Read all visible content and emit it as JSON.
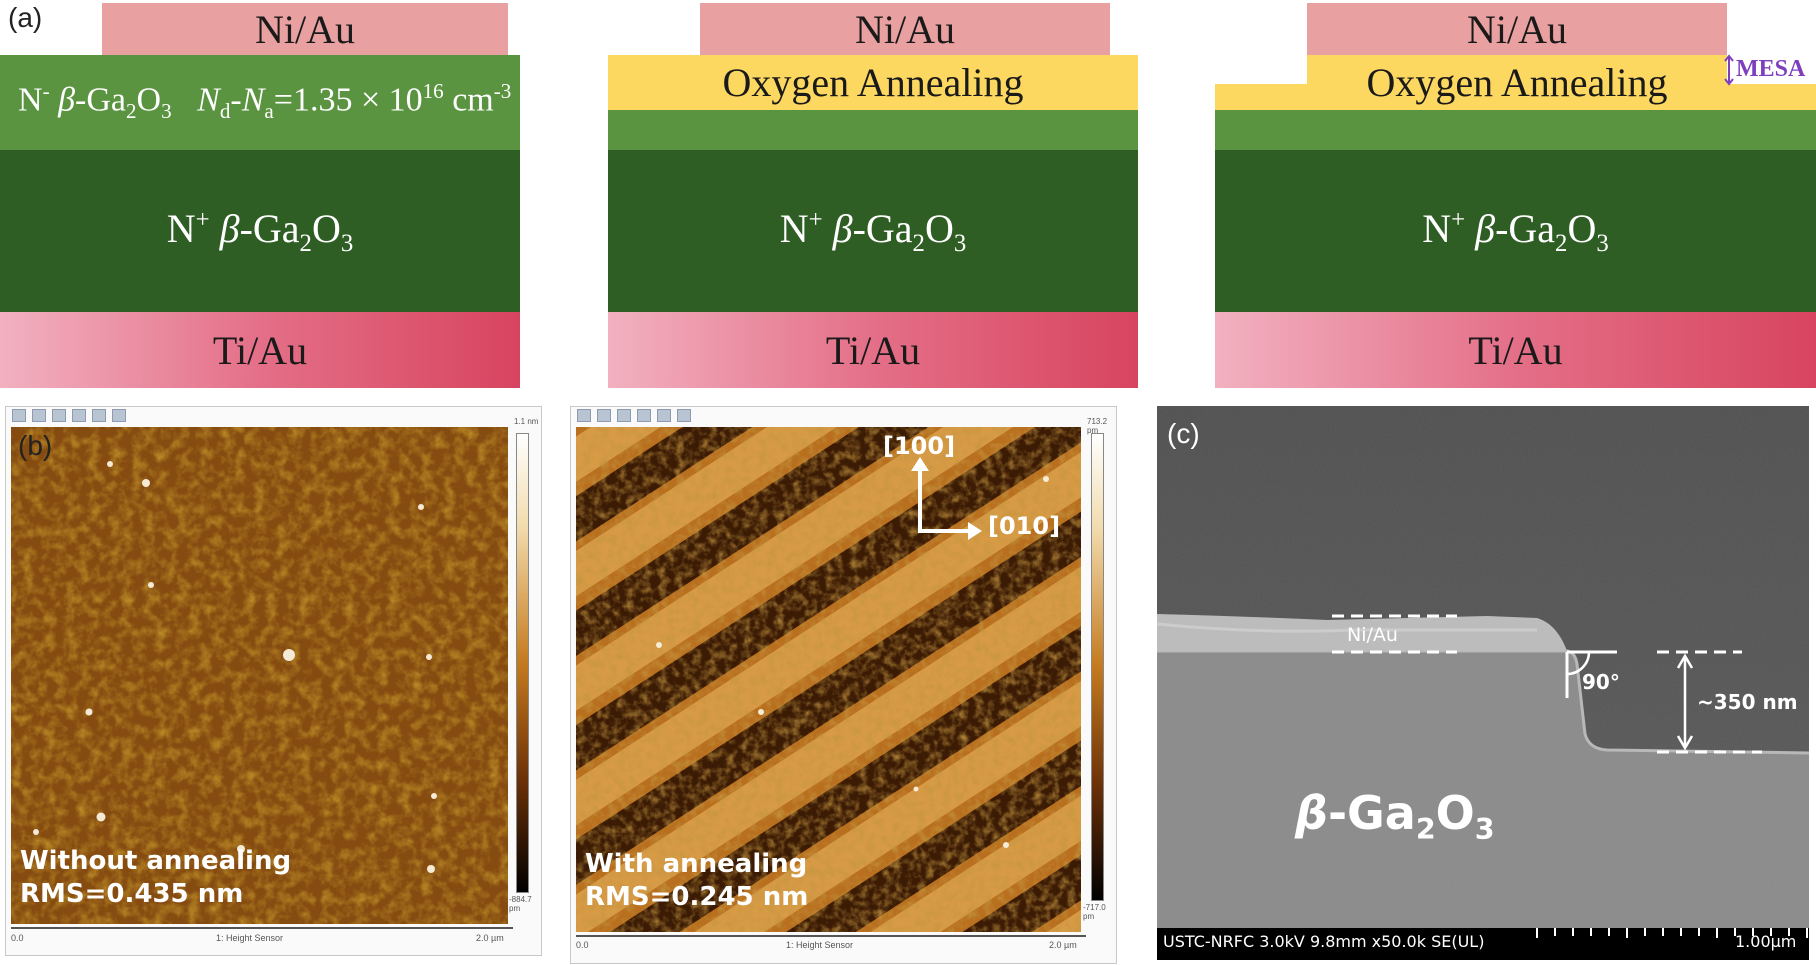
{
  "labels": {
    "a": "(a)",
    "b": "(b)",
    "c": "(c)"
  },
  "panel_a": {
    "top_contact": "Ni/Au",
    "oxygen_layer": "Oxygen Annealing",
    "drift_layer": "N⁻ β-Ga₂O₃",
    "doping": "N_d-N_a=1.35 × 10^16 cm^-3",
    "substrate": "N⁺ β-Ga₂O₃",
    "bottom_contact": "Ti/Au",
    "mesa": "MESA",
    "colors": {
      "ni_au": "#e8a0a0",
      "oxygen": "#fcd860",
      "drift": "#5a9440",
      "substrate": "#2f5e24",
      "ti_au_light": "#f2b1c0",
      "ti_au_dark": "#d8445f",
      "mesa": "#7e3fbf"
    }
  },
  "panel_b": {
    "left": {
      "caption1": "Without annealing",
      "caption2": "RMS=0.435 nm",
      "colorbar_top": "1.1 nm",
      "colorbar_bottom": "-884.7 pm",
      "x_start": "0.0",
      "x_end": "2.0 µm",
      "axis_title": "1: Height Sensor"
    },
    "right": {
      "caption1": "With annealing",
      "caption2": "RMS=0.245 nm",
      "colorbar_top": "713.2 pm",
      "colorbar_bottom": "-717.0 pm",
      "x_start": "0.0",
      "x_end": "2.0 µm",
      "axis_title": "1: Height Sensor",
      "dir_up": "[100]",
      "dir_right": "[010]"
    }
  },
  "panel_c": {
    "metal_label": "Ni/Au",
    "angle": "90°",
    "depth": "~350 nm",
    "material": "β-Ga₂O₃",
    "footer": "USTC-NRFC 3.0kV 9.8mm x50.0k SE(UL)",
    "scale": "1.00µm"
  }
}
